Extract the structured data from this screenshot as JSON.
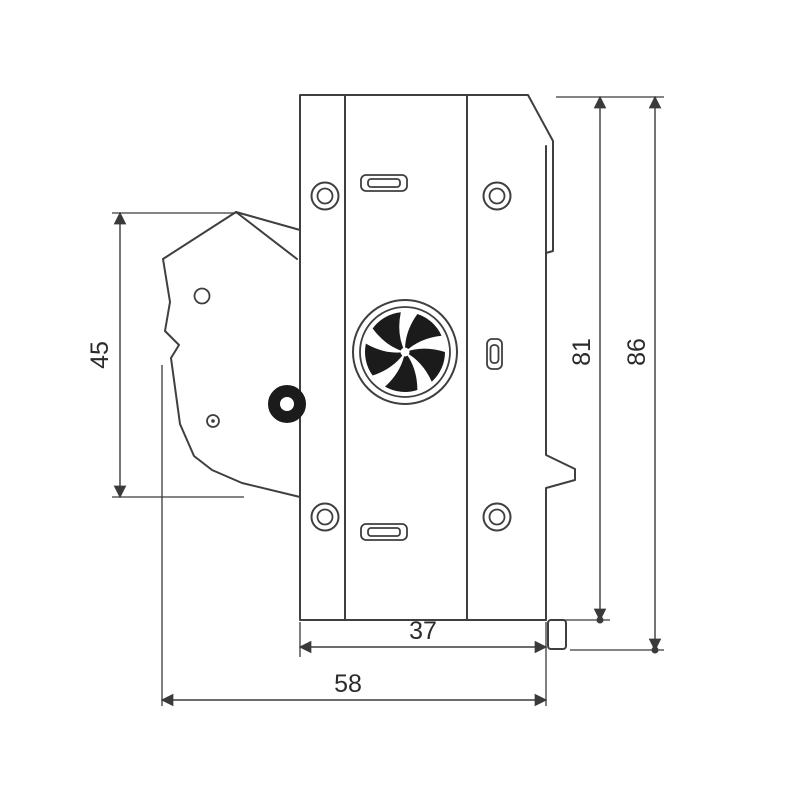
{
  "drawing": {
    "title": "side-view technical dimension drawing of DIN-rail switch-disconnector",
    "colors": {
      "line": "#3f3f3f",
      "background": "#ffffff",
      "solid_fill": "#1b1b1b"
    }
  },
  "dimensions": {
    "d45": "45",
    "d81": "81",
    "d86": "86",
    "d37": "37",
    "d58": "58"
  }
}
